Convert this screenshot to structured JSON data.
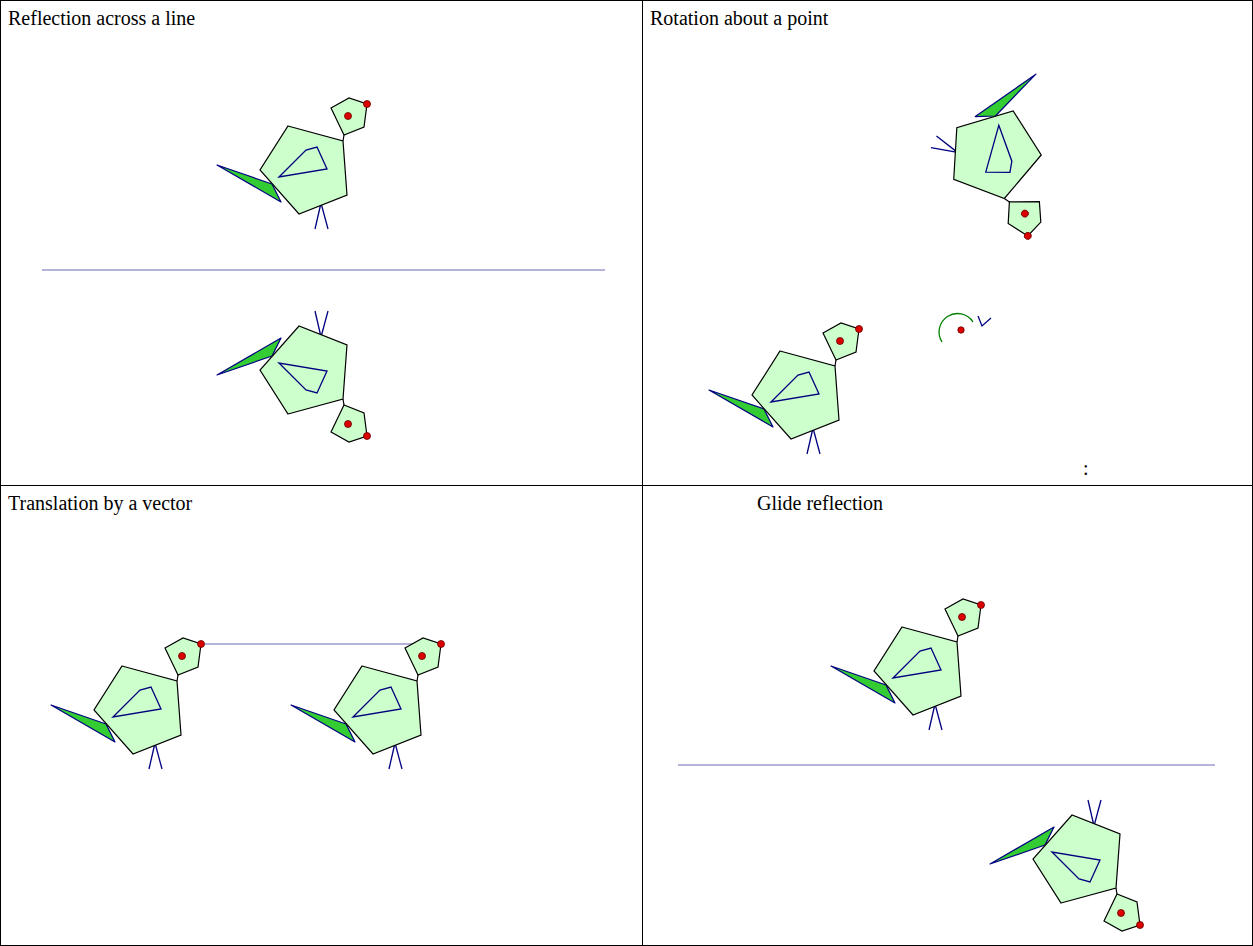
{
  "diagram": {
    "nodes": [
      {
        "text": [
          "Reflection across a line"
        ]
      },
      {
        "text": [
          "Rotation about a point"
        ]
      },
      {
        "text": [
          "Translation by a vector"
        ]
      },
      {
        "text": [
          "Glide reflection"
        ]
      }
    ],
    "labels": [
      ":"
    ]
  }
}
